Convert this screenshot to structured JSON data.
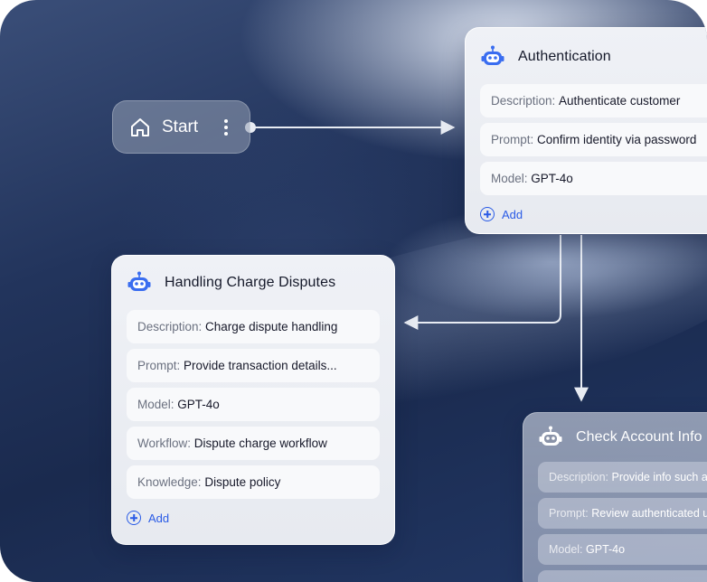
{
  "start": {
    "label": "Start",
    "icon": "home-icon",
    "menu_icon": "kebab-menu-icon"
  },
  "colors": {
    "accent": "#2a5be6",
    "robot_blue": "#3a6df0",
    "wire": "#e8ecf3"
  },
  "nodes": {
    "auth": {
      "title": "Authentication",
      "icon": "robot-icon",
      "fields": [
        {
          "key": "Description:",
          "value": "Authenticate customer"
        },
        {
          "key": "Prompt:",
          "value": "Confirm identity via password"
        },
        {
          "key": "Model:",
          "value": "GPT-4o"
        }
      ],
      "add_label": "Add"
    },
    "dispute": {
      "title": "Handling Charge Disputes",
      "icon": "robot-icon",
      "fields": [
        {
          "key": "Description:",
          "value": "Charge dispute handling"
        },
        {
          "key": "Prompt:",
          "value": "Provide transaction details..."
        },
        {
          "key": "Model:",
          "value": "GPT-4o"
        },
        {
          "key": "Workflow:",
          "value": "Dispute charge workflow"
        },
        {
          "key": "Knowledge:",
          "value": "Dispute policy"
        }
      ],
      "add_label": "Add"
    },
    "check": {
      "title": "Check Account Info",
      "icon": "robot-icon",
      "fields": [
        {
          "key": "Description:",
          "value": "Provide info such as"
        },
        {
          "key": "Prompt:",
          "value": "Review authenticated user"
        },
        {
          "key": "Model:",
          "value": "GPT-4o"
        },
        {
          "key": "",
          "value": ""
        }
      ]
    }
  }
}
